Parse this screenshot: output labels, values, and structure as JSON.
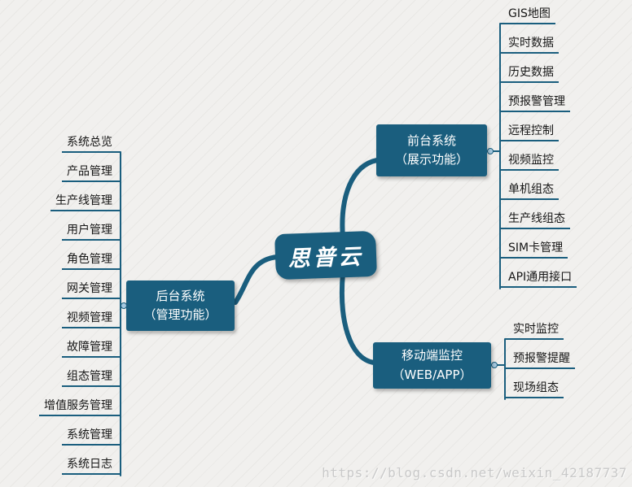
{
  "center": {
    "label": "思普云"
  },
  "branches": [
    {
      "title": "前台系统",
      "subtitle": "（展示功能）",
      "children": [
        "GIS地图",
        "实时数据",
        "历史数据",
        "预报警管理",
        "远程控制",
        "视频监控",
        "单机组态",
        "生产线组态",
        "SIM卡管理",
        "API通用接口"
      ]
    },
    {
      "title": "后台系统",
      "subtitle": "（管理功能）",
      "children": [
        "系统总览",
        "产品管理",
        "生产线管理",
        "用户管理",
        "角色管理",
        "网关管理",
        "视频管理",
        "故障管理",
        "组态管理",
        "增值服务管理",
        "系统管理",
        "系统日志"
      ]
    },
    {
      "title": "移动端监控",
      "subtitle": "（WEB/APP）",
      "children": [
        "实时监控",
        "预报警提醒",
        "现场组态"
      ]
    }
  ],
  "watermark": "https://blog.csdn.net/weixin_42187737",
  "colors": {
    "accent": "#1A5E7E",
    "node_text": "#ffffff",
    "child_text": "#161616",
    "watermark": "#c9c9c9"
  }
}
